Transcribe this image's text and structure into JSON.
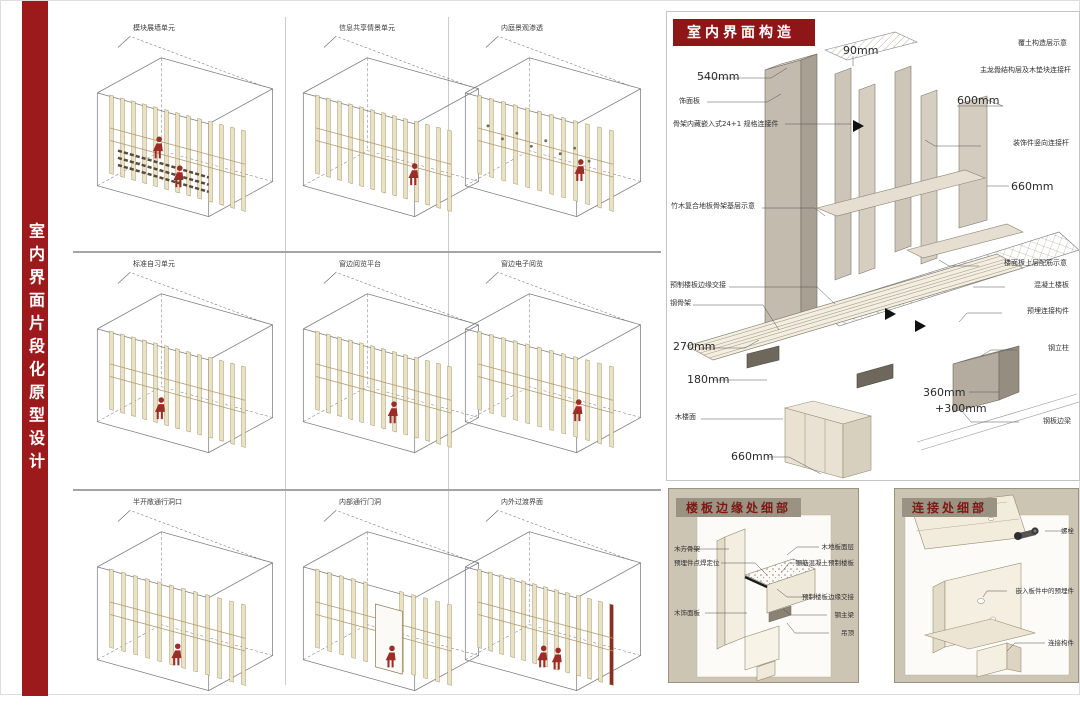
{
  "sidebar": {
    "title": "室内界面片段化原型设计"
  },
  "grid": {
    "cells": [
      {
        "label": "模块展墙单元"
      },
      {
        "label": "信息共享情景单元"
      },
      {
        "label": "内庭景观渗透"
      },
      {
        "label": "标准自习单元"
      },
      {
        "label": "窗边阅览平台"
      },
      {
        "label": "窗边电子阅览"
      },
      {
        "label": "半开敞通行洞口"
      },
      {
        "label": "内部通行门洞"
      },
      {
        "label": "内外过渡界面"
      }
    ]
  },
  "construction": {
    "title": "室内界面构造",
    "dims": [
      "540mm",
      "90mm",
      "600mm",
      "660mm",
      "270mm",
      "180mm",
      "360mm",
      "+300mm",
      "660mm"
    ],
    "labels_left": [
      "饰面板",
      "骨架内藏嵌入式24+1 规格连接件",
      "竹木复合地板骨架基层示意",
      "预制楼板边缘交接",
      "钢骨架",
      "木楼面"
    ],
    "labels_right": [
      "覆土构造层示意",
      "主龙骨结构层及木垫块连接杆",
      "装饰件竖向连接杆",
      "楼面板上层配筋示意",
      "混凝土楼板",
      "预埋连接构件",
      "钢立柱",
      "钢板边梁"
    ]
  },
  "details": [
    {
      "title": "楼板边缘处细部",
      "labels_left": [
        "木方骨架",
        "预埋件点焊定位",
        "木饰面板"
      ],
      "labels_right": [
        "木地板面层",
        "钢筋混凝土预制楼板",
        "预制楼板边缘交接",
        "钢主梁",
        "吊顶"
      ]
    },
    {
      "title": "连接处细部",
      "labels": [
        "螺栓",
        "嵌入板件中的预埋件",
        "连接构件"
      ]
    }
  ],
  "colors": {
    "accent_red": "#9c1a1b",
    "detail_bg": "#cdc5b4",
    "slat_wood": "#ebe2c4",
    "figure_red": "#9c2d26"
  }
}
